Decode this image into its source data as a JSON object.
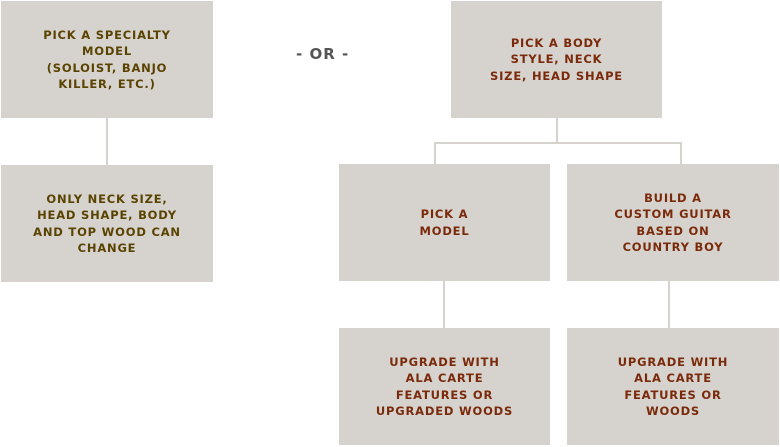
{
  "separator": "- OR -",
  "specialty_path": {
    "step1": "PICK A SPECIALTY\nMODEL\n(SOLOIST, BANJO\nKILLER, ETC.)",
    "step2": "ONLY NECK SIZE,\nHEAD SHAPE, BODY\nAND TOP WOOD CAN\nCHANGE"
  },
  "custom_path": {
    "step1": "PICK A BODY\nSTYLE, NECK\nSIZE, HEAD SHAPE",
    "option_model": "PICK A\nMODEL",
    "option_custom": "BUILD A\nCUSTOM GUITAR\nBASED ON\nCOUNTRY BOY",
    "upgrade_model": "UPGRADE WITH\nALA CARTE\nFEATURES OR\nUPGRADED WOODS",
    "upgrade_custom": "UPGRADE WITH\nALA CARTE\nFEATURES OR\nWOODS"
  },
  "colors": {
    "box": "#d6d3ce",
    "olive_text": "#5a4300",
    "rust_text": "#7a2a0a"
  }
}
